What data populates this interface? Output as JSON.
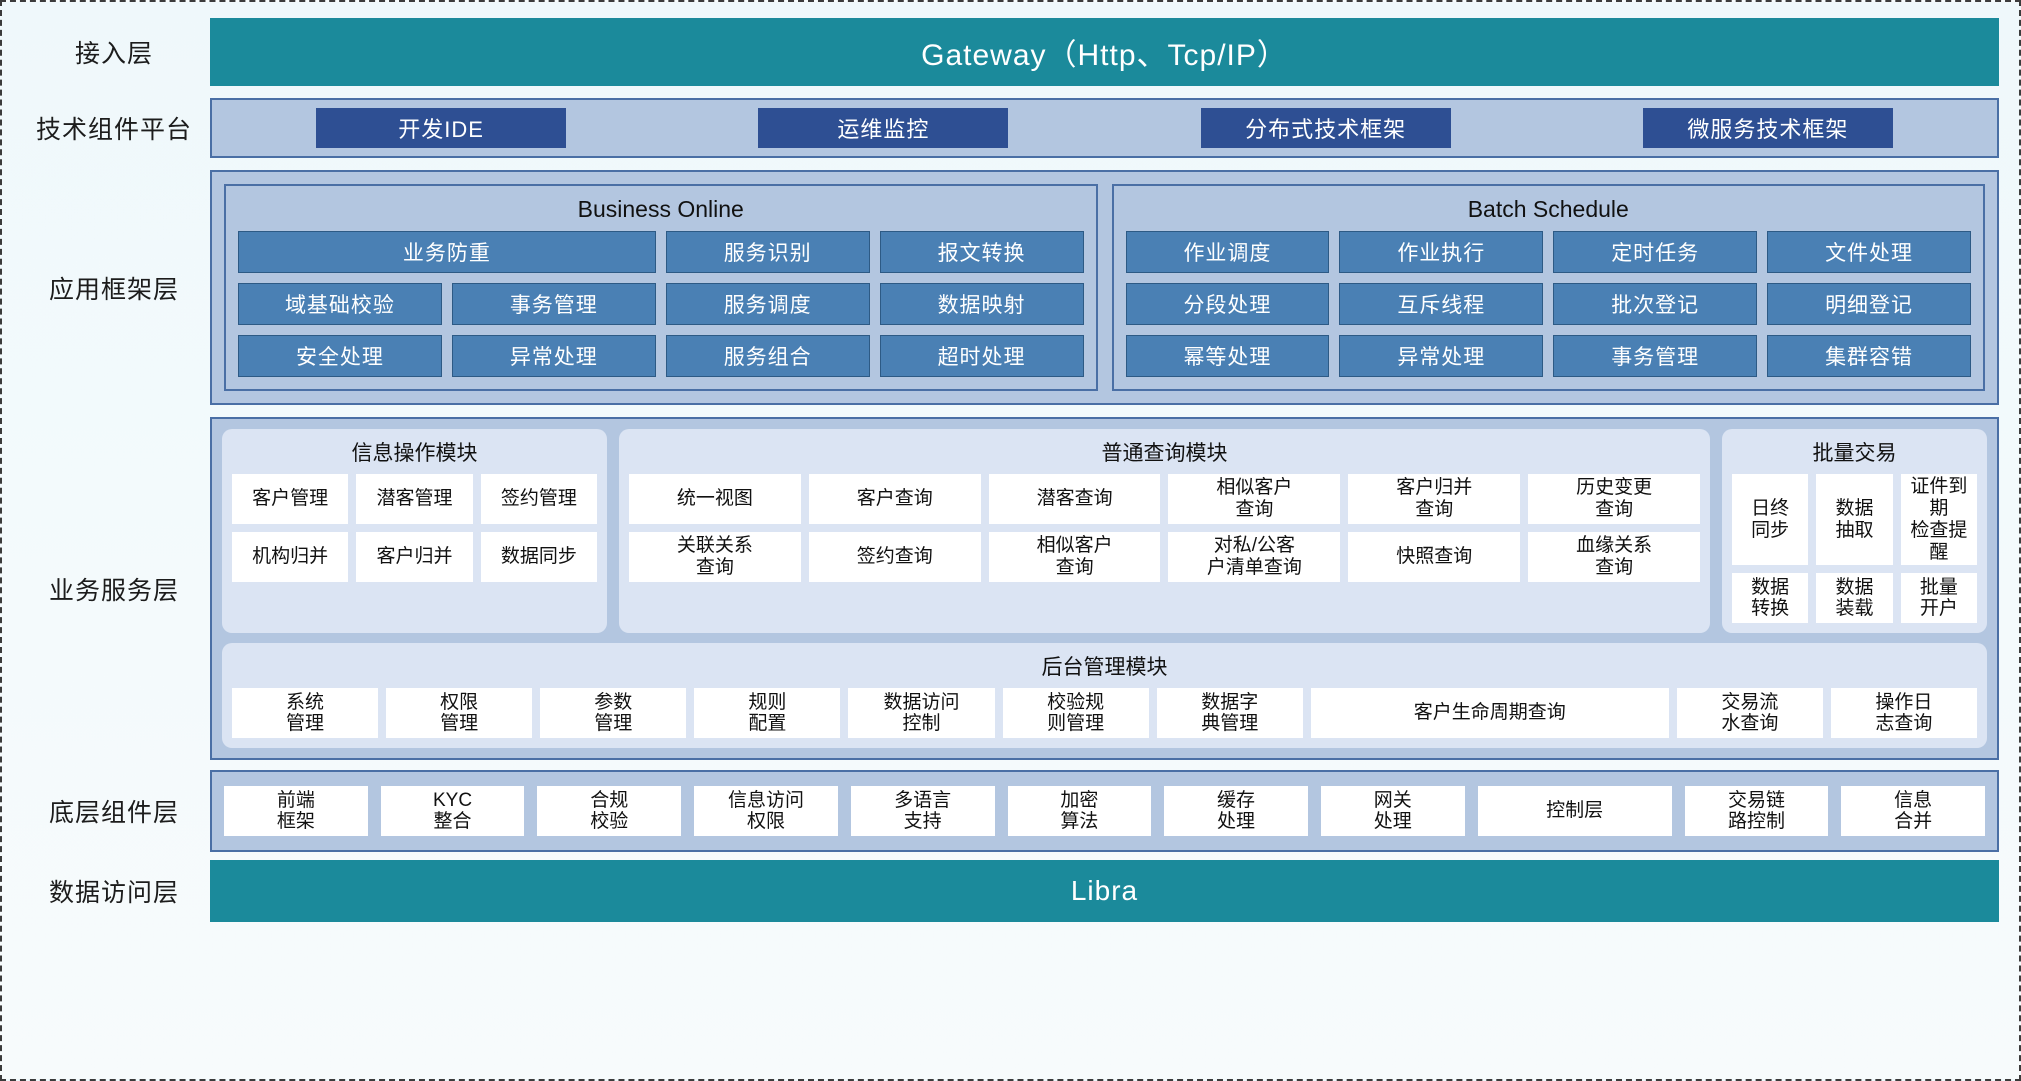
{
  "colors": {
    "teal": "#1b8a9b",
    "panel_blue": "#b3c6e0",
    "panel_border": "#4a6fa5",
    "chip_navy": "#2e4f93",
    "chip_steel": "#4a80b4",
    "module_bg": "#dbe4f3",
    "card_white": "#ffffff",
    "canvas": "#eff8fb"
  },
  "layers": {
    "access": {
      "label": "接入层",
      "bar": "Gateway（Http、Tcp/IP）"
    },
    "tech_platform": {
      "label": "技术组件平台",
      "chips": [
        "开发IDE",
        "运维监控",
        "分布式技术框架",
        "微服务技术框架"
      ]
    },
    "app_framework": {
      "label": "应用框架层",
      "groups": [
        {
          "title": "Business Online",
          "rows": [
            [
              "业务防重",
              "服务识别",
              "报文转换"
            ],
            [
              "域基础校验",
              "事务管理",
              "服务调度",
              "数据映射"
            ],
            [
              "安全处理",
              "异常处理",
              "服务组合",
              "超时处理"
            ]
          ]
        },
        {
          "title": "Batch Schedule",
          "rows": [
            [
              "作业调度",
              "作业执行",
              "定时任务",
              "文件处理"
            ],
            [
              "分段处理",
              "互斥线程",
              "批次登记",
              "明细登记"
            ],
            [
              "幂等处理",
              "异常处理",
              "事务管理",
              "集群容错"
            ]
          ]
        }
      ]
    },
    "business_service": {
      "label": "业务服务层",
      "modules": [
        {
          "title": "信息操作模块",
          "cards": [
            "客户管理",
            "潜客管理",
            "签约管理",
            "机构归并",
            "客户归并",
            "数据同步"
          ]
        },
        {
          "title": "普通查询模块",
          "cards": [
            "统一视图",
            "客户查询",
            "潜客查询",
            "相似客户\n查询",
            "客户归并\n查询",
            "历史变更\n查询",
            "关联关系\n查询",
            "签约查询",
            "相似客户\n查询",
            "对私/公客\n户清单查询",
            "快照查询",
            "血缘关系\n查询"
          ]
        },
        {
          "title": "批量交易",
          "cards": [
            "日终\n同步",
            "数据\n抽取",
            "证件到期\n检查提醒",
            "数据\n转换",
            "数据\n装载",
            "批量\n开户"
          ]
        }
      ],
      "admin_module": {
        "title": "后台管理模块",
        "cards": [
          "系统\n管理",
          "权限\n管理",
          "参数\n管理",
          "规则\n配置",
          "数据访问\n控制",
          "校验规\n则管理",
          "数据字\n典管理",
          "客户生命周期查询",
          "交易流\n水查询",
          "操作日\n志查询"
        ]
      }
    },
    "bottom_component": {
      "label": "底层组件层",
      "cards": [
        "前端\n框架",
        "KYC\n整合",
        "合规\n校验",
        "信息访问\n权限",
        "多语言\n支持",
        "加密\n算法",
        "缓存\n处理",
        "网关\n处理",
        "控制层",
        "交易链\n路控制",
        "信息\n合并"
      ]
    },
    "data_access": {
      "label": "数据访问层",
      "bar": "Libra"
    }
  }
}
